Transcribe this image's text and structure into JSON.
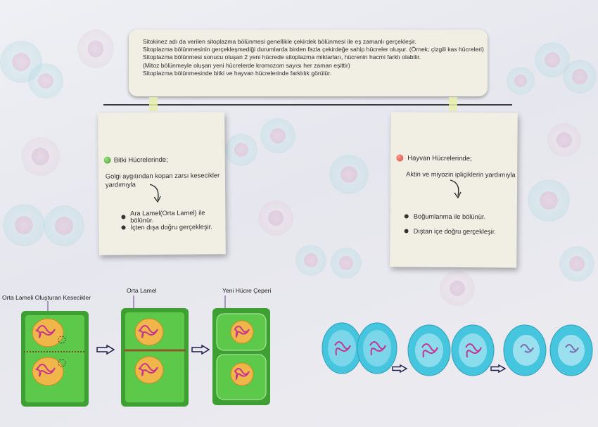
{
  "top_note": {
    "lines": [
      "Sitokinez adı da verilen sitoplazma bölünmesi genellikle çekirdek bölünmesi ile eş zamanlı gerçekleşir.",
      "Sitoplazma bölünmesinin gerçekleşmediği durumlarda birden fazla çekirdeğe sahip hücreler oluşur.  (Örnek; çizgili kas hücreleri)",
      "Sitoplazma bölünmesi sonucu oluşan 2 yeni hücrede sitoplazma miktarları, hücrenin hacmi farklı olabilir.",
      "(Mitoz bölünmeyle oluşan yeni hücrelerde kromozom sayısı her zaman eşittir)",
      "Sitoplazma bölünmesinde bitki ve hayvan hücrelerinde farklılık görülür."
    ]
  },
  "plant_card": {
    "title": "Bitki Hücrelerinde;",
    "sub_line1": "Golgi aygıtından kopan zarsı kesecikler",
    "sub_line2": "yardımıyla",
    "bullet1": "Ara Lamel(Orta Lamel) ile bölünür.",
    "bullet2": "İçten dışa doğru gerçekleşir.",
    "ball_color": "#3f9b2f"
  },
  "animal_card": {
    "title": "Hayvan Hücrelerinde;",
    "sub_line1": "Aktin ve miyozin ipliçiklerin yardımıyla",
    "bullet1": "Boğumlanma  ile bölünür.",
    "bullet2": "Dıştan içe doğru gerçekleşir.",
    "ball_color": "#d9423c"
  },
  "plant_labels": {
    "stage1": "Orta Lameli Oluşturan Kesecikler",
    "stage2": "Orta Lamel",
    "stage3": "Yeni Hücre Çeperi"
  },
  "colors": {
    "plant_green": "#5cc94b",
    "plant_dark_green": "#3e9f33",
    "nucleus": "#f0b64a",
    "chromosome": "#c7338f",
    "animal_cyan": "#46c5de",
    "label_line": "#6a3d8f"
  }
}
